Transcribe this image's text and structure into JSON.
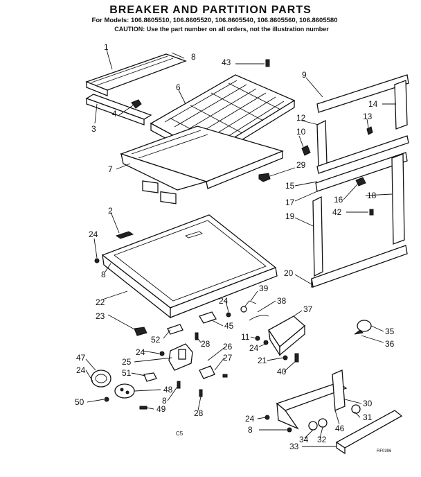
{
  "header": {
    "title": "BREAKER AND PARTITION  PARTS",
    "models": "For Models: 106.8605510, 106.8605520, 106.8605540, 106.8605560, 106.8605580",
    "caution": "CAUTION: Use the part number on all orders, not the illustration number"
  },
  "callouts": [
    {
      "id": "c1",
      "text": "1"
    },
    {
      "id": "c8a",
      "text": "8"
    },
    {
      "id": "c43",
      "text": "43"
    },
    {
      "id": "c9",
      "text": "9"
    },
    {
      "id": "c6",
      "text": "6"
    },
    {
      "id": "c4",
      "text": "4"
    },
    {
      "id": "c3",
      "text": "3"
    },
    {
      "id": "c14",
      "text": "14"
    },
    {
      "id": "c12",
      "text": "12"
    },
    {
      "id": "c13",
      "text": "13"
    },
    {
      "id": "c10",
      "text": "10"
    },
    {
      "id": "c7",
      "text": "7"
    },
    {
      "id": "c29",
      "text": "29"
    },
    {
      "id": "c15",
      "text": "15"
    },
    {
      "id": "c16",
      "text": "16"
    },
    {
      "id": "c18",
      "text": "18"
    },
    {
      "id": "c17",
      "text": "17"
    },
    {
      "id": "c2",
      "text": "2"
    },
    {
      "id": "c42",
      "text": "42"
    },
    {
      "id": "c19",
      "text": "19"
    },
    {
      "id": "c24a",
      "text": "24"
    },
    {
      "id": "c8b",
      "text": "8"
    },
    {
      "id": "c20",
      "text": "20"
    },
    {
      "id": "c22",
      "text": "22"
    },
    {
      "id": "c39",
      "text": "39"
    },
    {
      "id": "c24b",
      "text": "24"
    },
    {
      "id": "c38",
      "text": "38"
    },
    {
      "id": "c37",
      "text": "37"
    },
    {
      "id": "c23",
      "text": "23"
    },
    {
      "id": "c45",
      "text": "45"
    },
    {
      "id": "c35",
      "text": "35"
    },
    {
      "id": "c11",
      "text": "11"
    },
    {
      "id": "c52",
      "text": "52"
    },
    {
      "id": "c28a",
      "text": "28"
    },
    {
      "id": "c24c",
      "text": "24"
    },
    {
      "id": "c36",
      "text": "36"
    },
    {
      "id": "c26",
      "text": "26"
    },
    {
      "id": "c24d",
      "text": "24"
    },
    {
      "id": "c27",
      "text": "27"
    },
    {
      "id": "c21",
      "text": "21"
    },
    {
      "id": "c47",
      "text": "47"
    },
    {
      "id": "c25",
      "text": "25"
    },
    {
      "id": "c40",
      "text": "40"
    },
    {
      "id": "c24e",
      "text": "24"
    },
    {
      "id": "c51",
      "text": "51"
    },
    {
      "id": "c48",
      "text": "48"
    },
    {
      "id": "c8c",
      "text": "8"
    },
    {
      "id": "c50",
      "text": "50"
    },
    {
      "id": "c49",
      "text": "49"
    },
    {
      "id": "c28b",
      "text": "28"
    },
    {
      "id": "c30",
      "text": "30"
    },
    {
      "id": "c24f",
      "text": "24"
    },
    {
      "id": "c31",
      "text": "31"
    },
    {
      "id": "c46",
      "text": "46"
    },
    {
      "id": "c8d",
      "text": "8"
    },
    {
      "id": "c34",
      "text": "34"
    },
    {
      "id": "c32",
      "text": "32"
    },
    {
      "id": "c33",
      "text": "33"
    }
  ],
  "footer": {
    "page_code": "C5",
    "ref_code": "RF0396"
  }
}
